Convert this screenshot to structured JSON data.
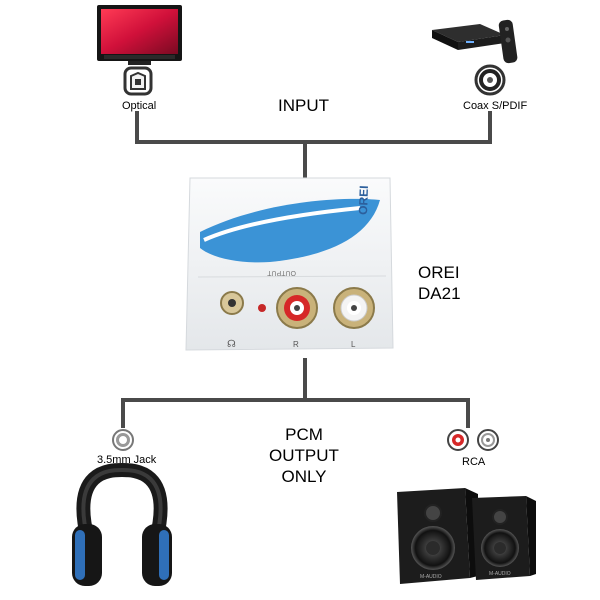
{
  "inputs": {
    "heading": "INPUT",
    "optical_label": "Optical",
    "coax_label": "Coax S/PDIF"
  },
  "device": {
    "model_line1": "OREI",
    "model_line2": "DA21",
    "brand_text": "OREI",
    "panel_text": "OUTPUT",
    "jack_labels": [
      "R",
      "L"
    ]
  },
  "outputs": {
    "heading_line1": "PCM",
    "heading_line2": "OUTPUT",
    "heading_line3": "ONLY",
    "jack_label": "3.5mm Jack",
    "rca_label": "RCA"
  },
  "speakers": {
    "brand_text": "M-AUDIO"
  },
  "colors": {
    "connector_line": "#4a4a4a",
    "device_body": "#f1f3f4",
    "device_accent": "#3b93d6",
    "rca_red": "#d62828",
    "speaker_body": "#1c1c1c"
  }
}
